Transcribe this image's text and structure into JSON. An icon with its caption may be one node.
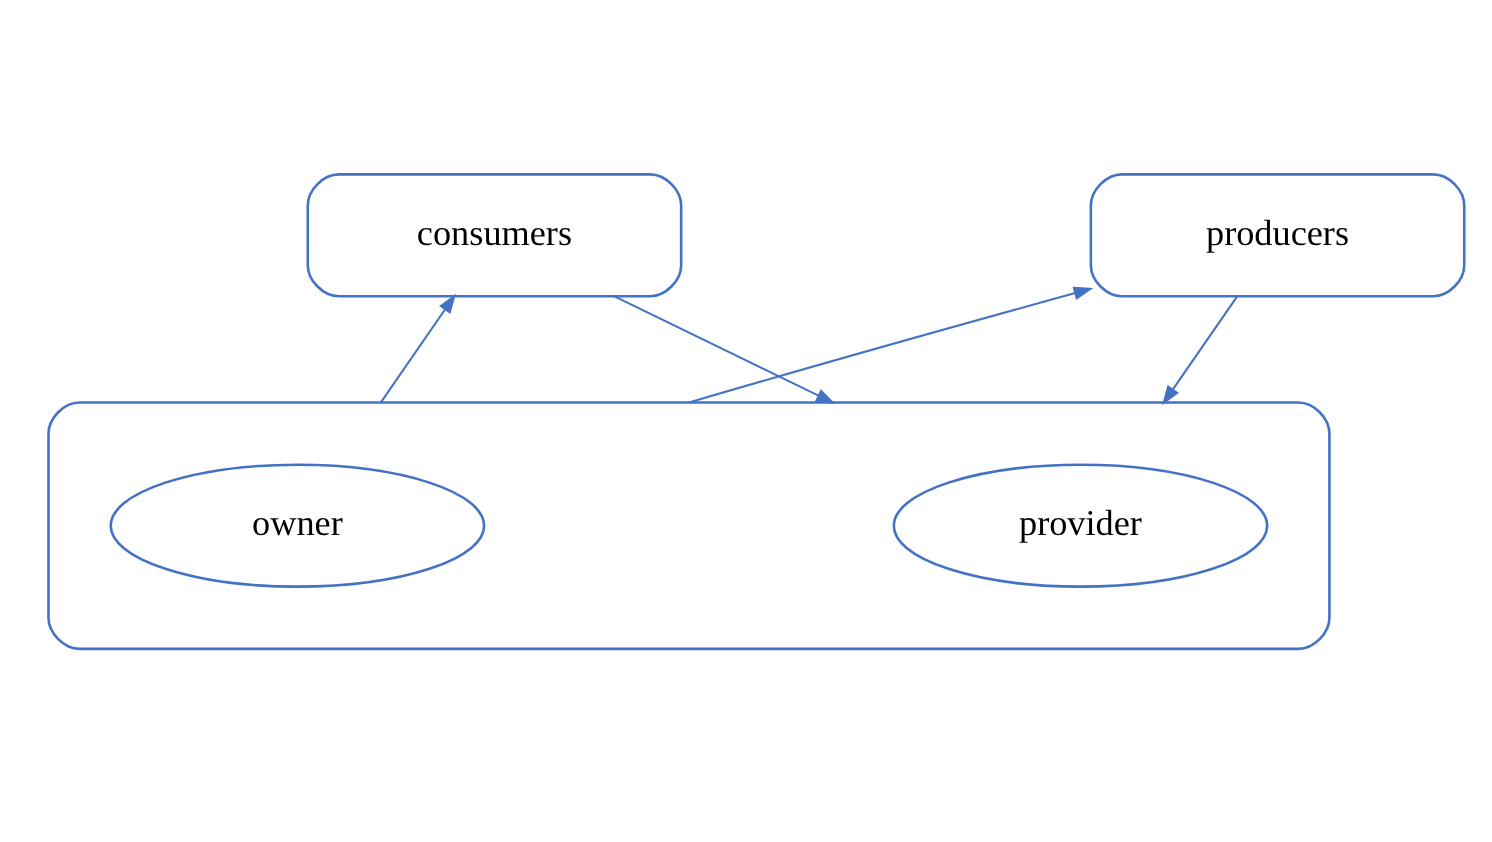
{
  "diagram": {
    "nodes": [
      {
        "text": [
          "consumers"
        ]
      },
      {
        "text": [
          "producers"
        ]
      },
      {
        "text": [],
        "shape": "box"
      },
      {
        "text": [
          "provider"
        ],
        "in": 2
      },
      {
        "text": [
          "owner"
        ],
        "in": 2
      }
    ],
    "edges": [
      {
        "from": 0,
        "to": 2,
        "arrow": "to"
      },
      {
        "from": 1,
        "to": 2,
        "arrow": "to"
      },
      {
        "from": 2,
        "to": 0,
        "arrow": "to"
      },
      {
        "from": 2,
        "to": 1,
        "arrow": "to"
      }
    ]
  }
}
